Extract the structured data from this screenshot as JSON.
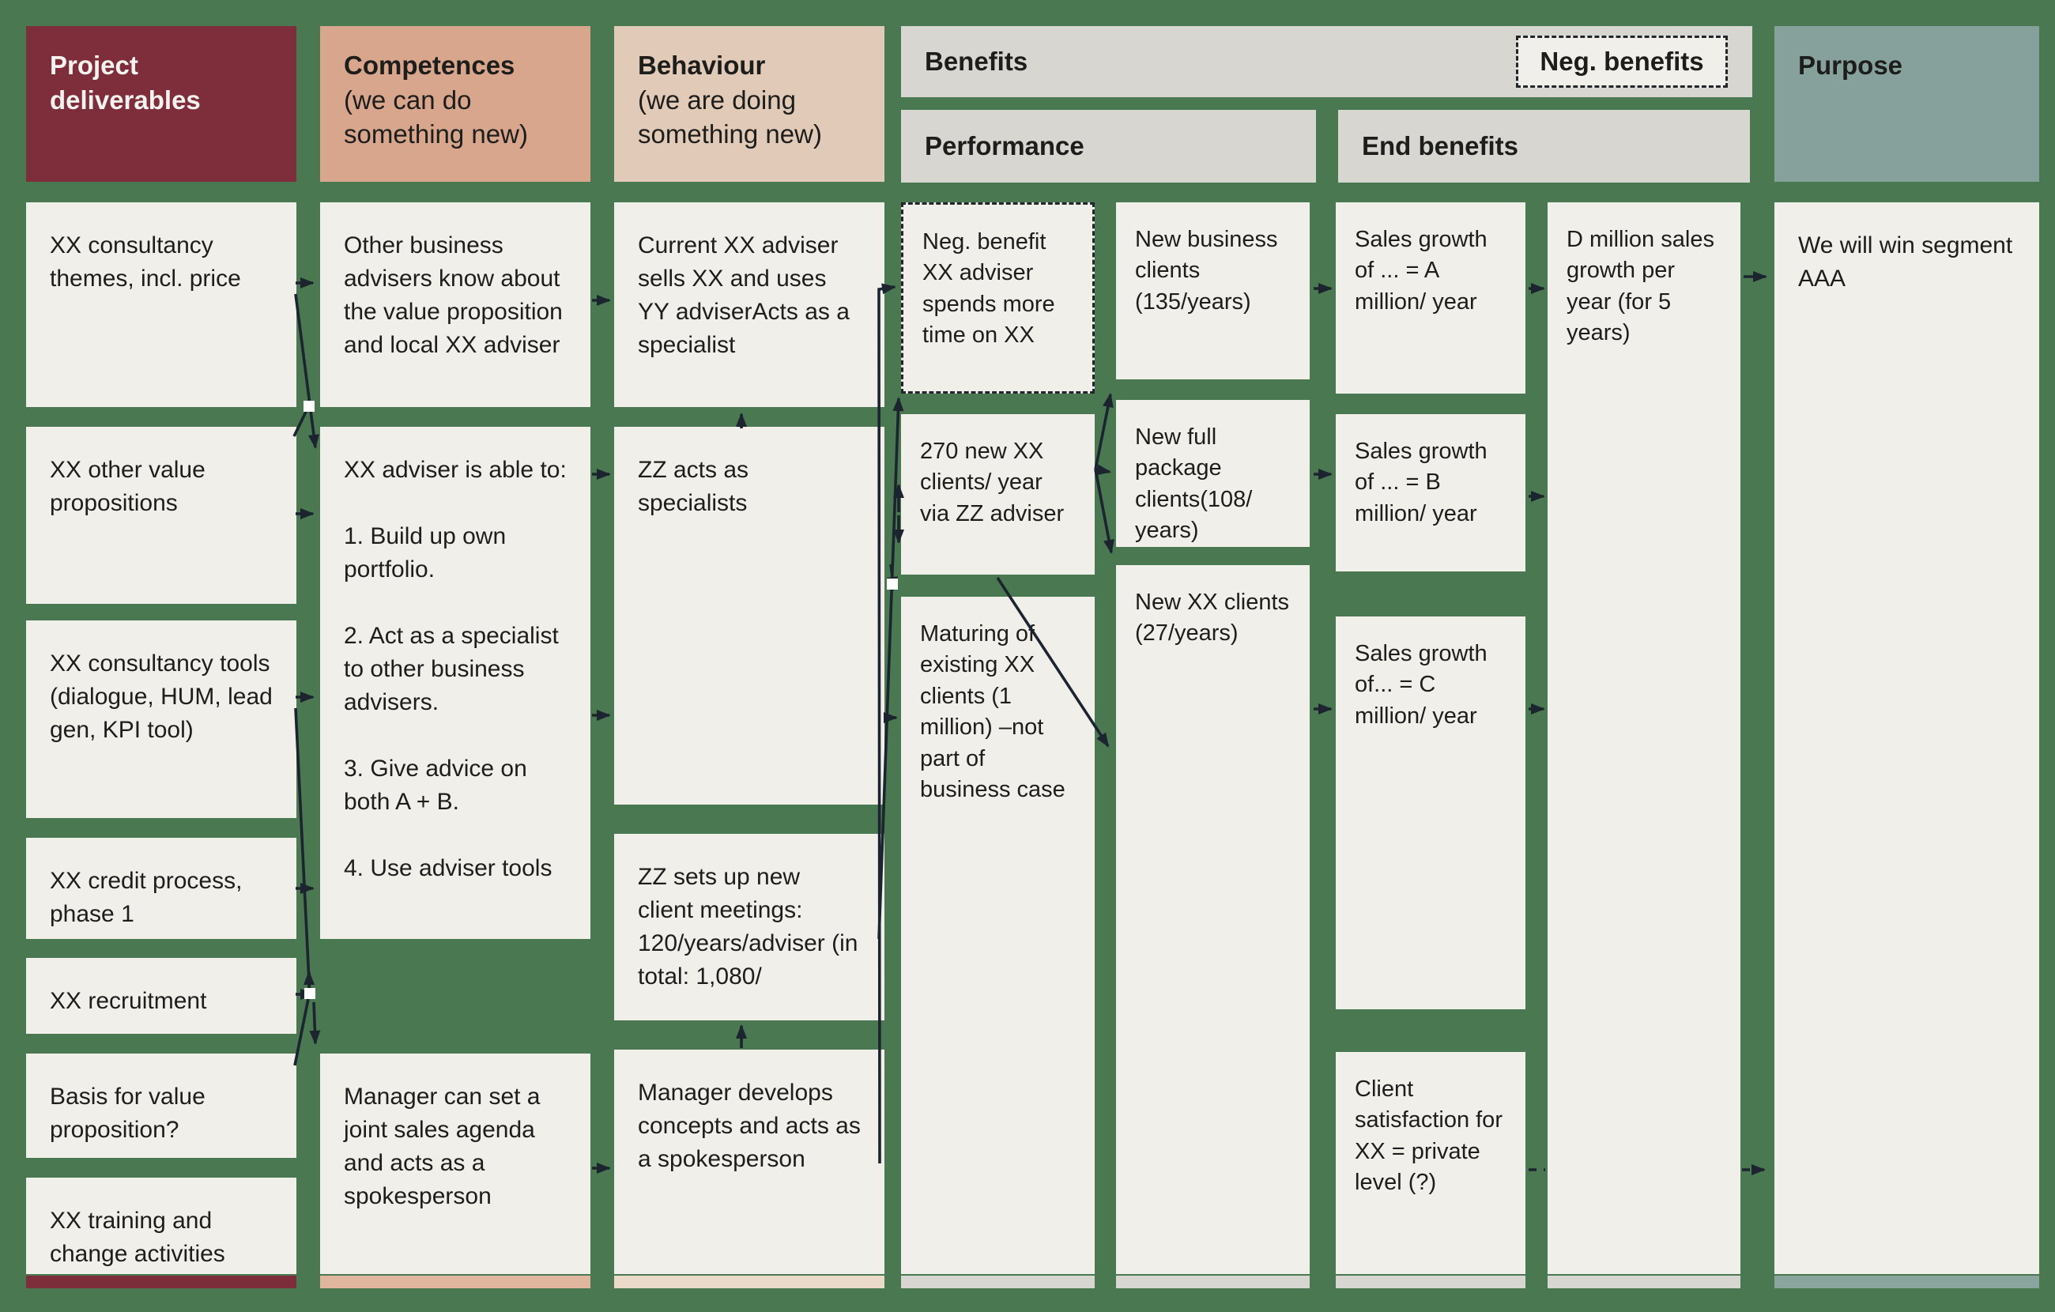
{
  "headers": {
    "project": "Project deliverables",
    "competences_title": "Competences",
    "competences_sub": "(we can do something new)",
    "behaviour_title": "Behaviour",
    "behaviour_sub": "(we are doing something new)",
    "benefits": "Benefits",
    "neg_benefits": "Neg. benefits",
    "performance": "Performance",
    "end_benefits": "End benefits",
    "purpose": "Purpose"
  },
  "deliverables": {
    "b1": "XX consultancy themes, incl. price",
    "b2": "XX other value propositions",
    "b3": "XX consultancy tools (dialogue, HUM, lead gen, KPI tool)",
    "b4": "XX credit process, phase 1",
    "b5": "XX recruitment",
    "b6": "Basis for value proposition?",
    "b7": "XX training and change activities"
  },
  "competences": {
    "b1": "Other business advisers know about the value proposition and local XX adviser",
    "b2": "XX adviser is able to:\n\n1. Build up own portfolio.\n\n2. Act as a specialist to other business advisers.\n\n3. Give advice on both A + B.\n\n4. Use adviser tools",
    "b3": "Manager can set a joint sales agenda and acts as a spokesperson"
  },
  "behaviour": {
    "b1": "Current XX adviser sells XX and uses YY adviserActs as a specialist",
    "b2": "ZZ acts as specialists",
    "b3": "ZZ sets up new client meetings: 120/years/adviser (in total: 1,080/",
    "b4": "Manager develops concepts and acts as a spokesperson"
  },
  "performance_col": {
    "neg": "Neg. benefit XX adviser spends more time on XX",
    "b2": "270 new XX clients/ year via ZZ adviser",
    "b3": "Maturing of existing XX clients (1 million) –not part of business case"
  },
  "clients_col": {
    "b1": "New business clients (135/years)",
    "b2": "New full package clients(108/ years)",
    "b3": "New XX clients (27/years)"
  },
  "end_benefits_col": {
    "b1": "Sales growth of  ... = A million/ year",
    "b2": "Sales growth of ... = B million/ year",
    "b3": "Sales growth of... = C million/ year",
    "b4": "Client satisfaction for XX = private level (?)"
  },
  "growth_col": {
    "b1": "D million sales growth per year (for 5 years)"
  },
  "purpose_col": {
    "b1": "We will win segment AAA"
  },
  "colors": {
    "background": "#4A7850",
    "box": "#F1EFEA",
    "maroon": "#7E2E3B",
    "salmon": "#D8A68C",
    "tan": "#E2CAB8",
    "gray": "#D7D6D0",
    "slate": "#86A19B",
    "arrow": "#1C2430"
  }
}
